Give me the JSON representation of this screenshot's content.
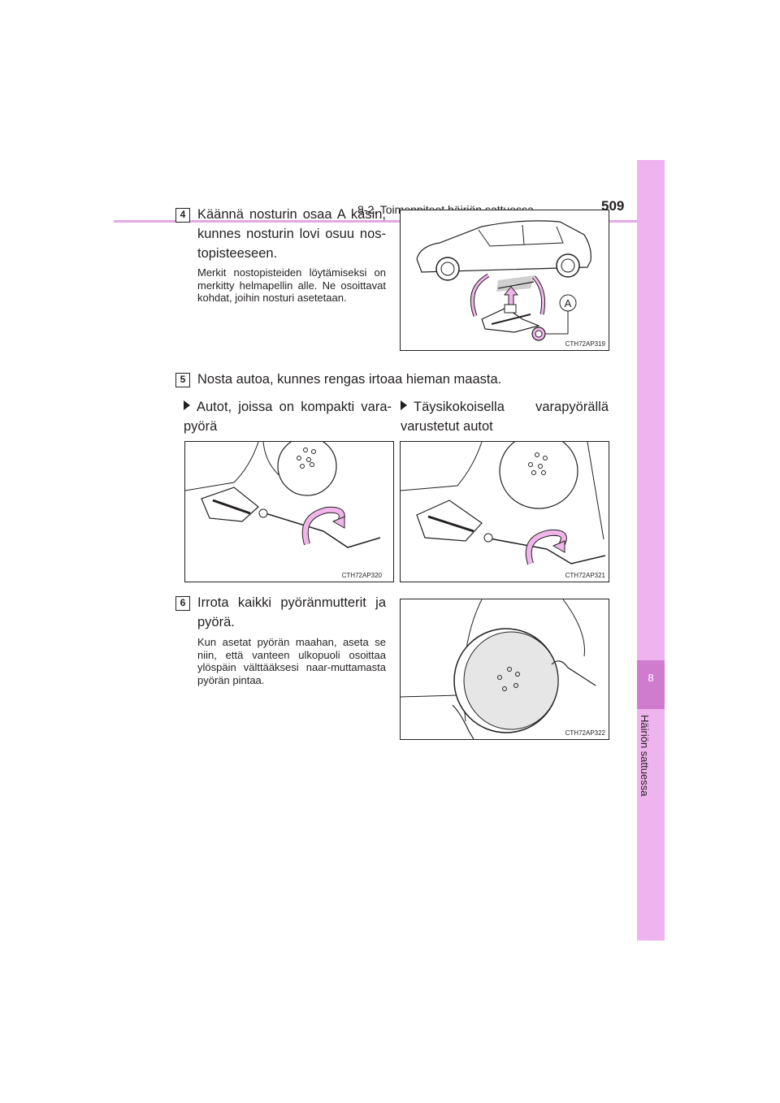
{
  "header": {
    "section": "8-2. Toimenpiteet häiriön sattuessa",
    "page_number": "509"
  },
  "side_tab": {
    "chapter_number": "8",
    "chapter_title": "Häiriön sattuessa"
  },
  "steps": [
    {
      "number": "4",
      "text": "Käännä nosturin osaa A käsin, kunnes nosturin lovi osuu nos-topisteeseen.",
      "note": "Merkit nostopisteiden löytämiseksi on merkitty helmapellin alle. Ne osoittavat kohdat, joihin nosturi asetetaan.",
      "figure_code": "CTH72AP319",
      "figure_label": "A"
    },
    {
      "number": "5",
      "text": "Nosta autoa, kunnes rengas irtoaa hieman maasta.",
      "bullets": [
        {
          "text": "Autot, joissa on kompakti vara-pyörä",
          "figure_code": "CTH72AP320"
        },
        {
          "text": "Täysikokoisella varapyörällä varustetut autot",
          "figure_code": "CTH72AP321"
        }
      ]
    },
    {
      "number": "6",
      "text": "Irrota kaikki pyöränmutterit ja pyörä.",
      "note": "Kun asetat pyörän maahan, aseta se niin, että vanteen ulkopuoli osoittaa ylöspäin välttääksesi naar-muttamasta pyörän pintaa.",
      "figure_code": "CTH72AP322"
    }
  ],
  "colors": {
    "accent_light": "#efb4ef",
    "accent_dark": "#cf7ccf",
    "arrow_pink": "#f0b6ea"
  },
  "icons": [
    "triangle-bullet-icon"
  ]
}
